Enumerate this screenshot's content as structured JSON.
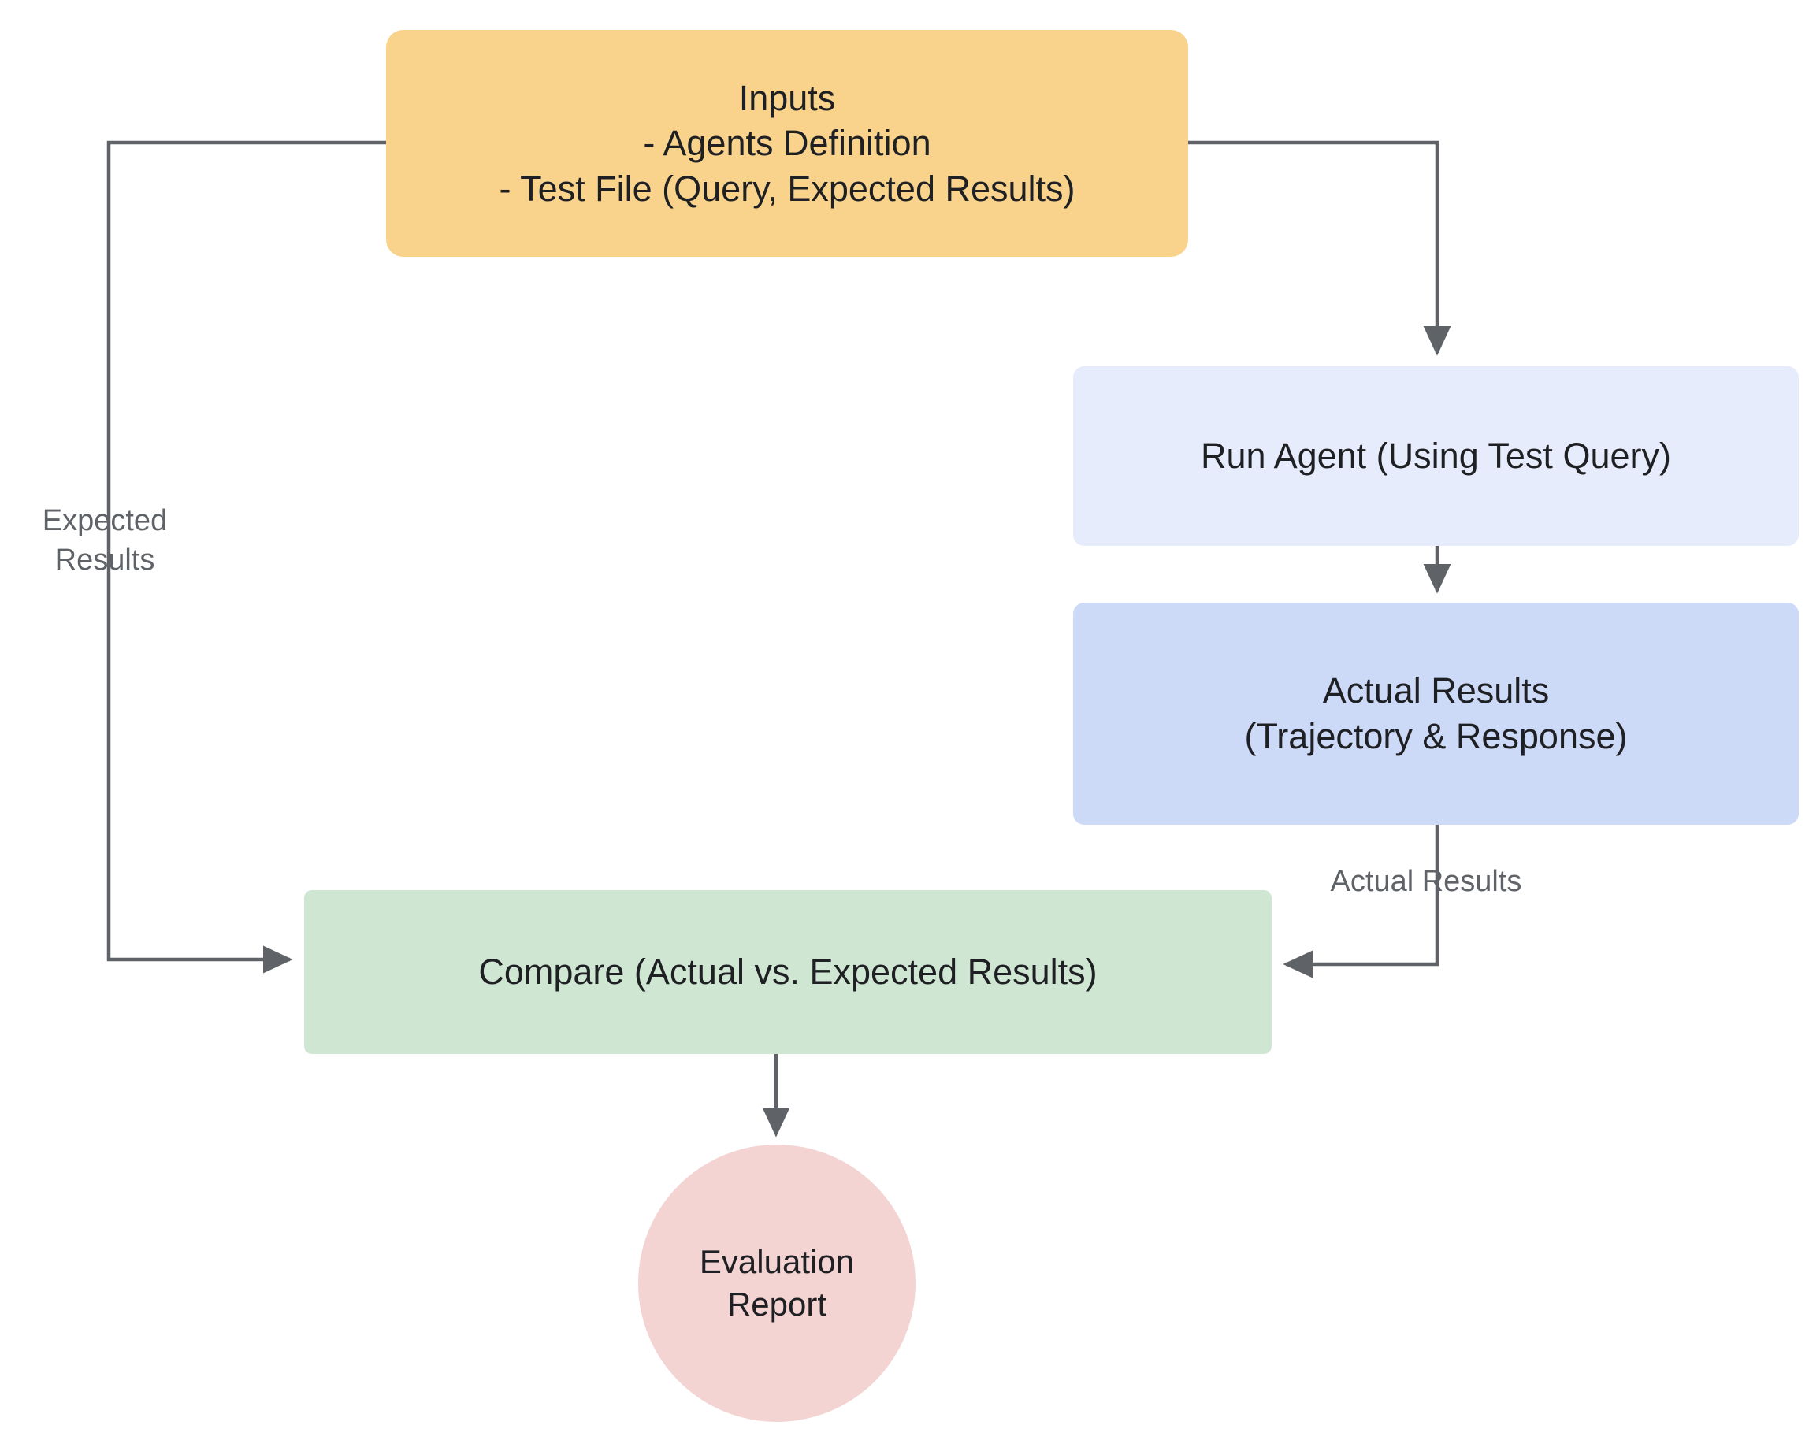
{
  "diagram": {
    "title": "Agent Evaluation Flow",
    "background": "#ffffff",
    "edge_color": "#5f6368",
    "nodes": [
      {
        "id": "inputs",
        "label": "Inputs\n- Agents Definition\n- Test File (Query, Expected Results)",
        "shape": "rounded-rect",
        "color": "#f9d38c",
        "text_color": "#1f2023"
      },
      {
        "id": "run_agent",
        "label": "Run Agent (Using Test Query)",
        "shape": "rounded-rect",
        "color": "#e6ecfb",
        "text_color": "#1f2023"
      },
      {
        "id": "actual_results",
        "label": "Actual Results\n(Trajectory & Response)",
        "shape": "rounded-rect",
        "color": "#ccd9f7",
        "text_color": "#1f2023"
      },
      {
        "id": "compare",
        "label": "Compare (Actual vs. Expected Results)",
        "shape": "rounded-rect",
        "color": "#cfe6d2",
        "text_color": "#1f2023"
      },
      {
        "id": "evaluation_report",
        "label": "Evaluation\nReport",
        "shape": "circle",
        "color": "#f3d4d3",
        "text_color": "#1f2023"
      }
    ],
    "edges": [
      {
        "id": "inputs-to-compare",
        "from": "inputs",
        "to": "compare",
        "label": "Expected\nResults",
        "label_color": "#5f6368"
      },
      {
        "id": "inputs-to-run-agent",
        "from": "inputs",
        "to": "run_agent",
        "label": ""
      },
      {
        "id": "run-agent-to-actual-results",
        "from": "run_agent",
        "to": "actual_results",
        "label": ""
      },
      {
        "id": "actual-results-to-compare",
        "from": "actual_results",
        "to": "compare",
        "label": "Actual Results",
        "label_color": "#5f6368"
      },
      {
        "id": "compare-to-report",
        "from": "compare",
        "to": "evaluation_report",
        "label": ""
      }
    ]
  }
}
